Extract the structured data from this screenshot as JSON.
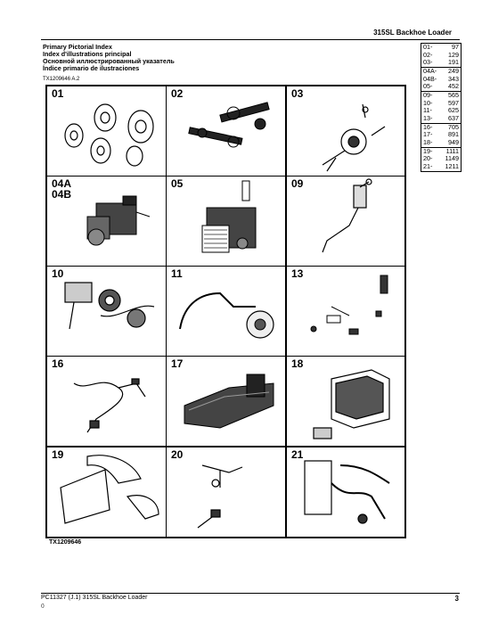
{
  "header": {
    "title": "315SL Backhoe Loader"
  },
  "index_titles": [
    "Primary Pictorial Index",
    "Index d'illustrations principal",
    "Основной иллюстрированный указатель",
    "Índice primario de ilustraciones"
  ],
  "figure_id_top": "TX1209646 A.2",
  "figure_id_bottom": "TX1209646",
  "cells": [
    {
      "label": "01",
      "icon": "wheels-tires-icon"
    },
    {
      "label": "02",
      "icon": "axles-icon"
    },
    {
      "label": "03",
      "icon": "steering-column-icon"
    },
    {
      "label": "04A\n04B",
      "icon": "engine-icon"
    },
    {
      "label": "05",
      "icon": "engine-cooling-icon"
    },
    {
      "label": "09",
      "icon": "steering-icon"
    },
    {
      "label": "10",
      "icon": "brakes-icon"
    },
    {
      "label": "11",
      "icon": "hydraulic-lines-icon"
    },
    {
      "label": "13",
      "icon": "electrical-components-icon"
    },
    {
      "label": "16",
      "icon": "wiring-harness-icon"
    },
    {
      "label": "17",
      "icon": "frame-icon"
    },
    {
      "label": "18",
      "icon": "operator-cab-icon"
    },
    {
      "label": "19",
      "icon": "sheet-metal-icon"
    },
    {
      "label": "20",
      "icon": "controls-linkage-icon"
    },
    {
      "label": "21",
      "icon": "backhoe-hoses-icon"
    }
  ],
  "page_index": [
    {
      "section": "01-",
      "page": "97"
    },
    {
      "section": "02-",
      "page": "129"
    },
    {
      "section": "03-",
      "page": "191"
    },
    {
      "section": "04A-",
      "page": "249"
    },
    {
      "section": "04B-",
      "page": "343"
    },
    {
      "section": "05-",
      "page": "452"
    },
    {
      "section": "09-",
      "page": "565"
    },
    {
      "section": "10-",
      "page": "597"
    },
    {
      "section": "11-",
      "page": "625"
    },
    {
      "section": "13-",
      "page": "637"
    },
    {
      "section": "16-",
      "page": "705"
    },
    {
      "section": "17-",
      "page": "891"
    },
    {
      "section": "18-",
      "page": "949"
    },
    {
      "section": "19-",
      "page": "1111"
    },
    {
      "section": "20-",
      "page": "1149"
    },
    {
      "section": "21-",
      "page": "1211"
    }
  ],
  "footer": {
    "left": "PC11327   (J.1)   315SL Backhoe Loader",
    "code": "()",
    "page_number": "3"
  }
}
